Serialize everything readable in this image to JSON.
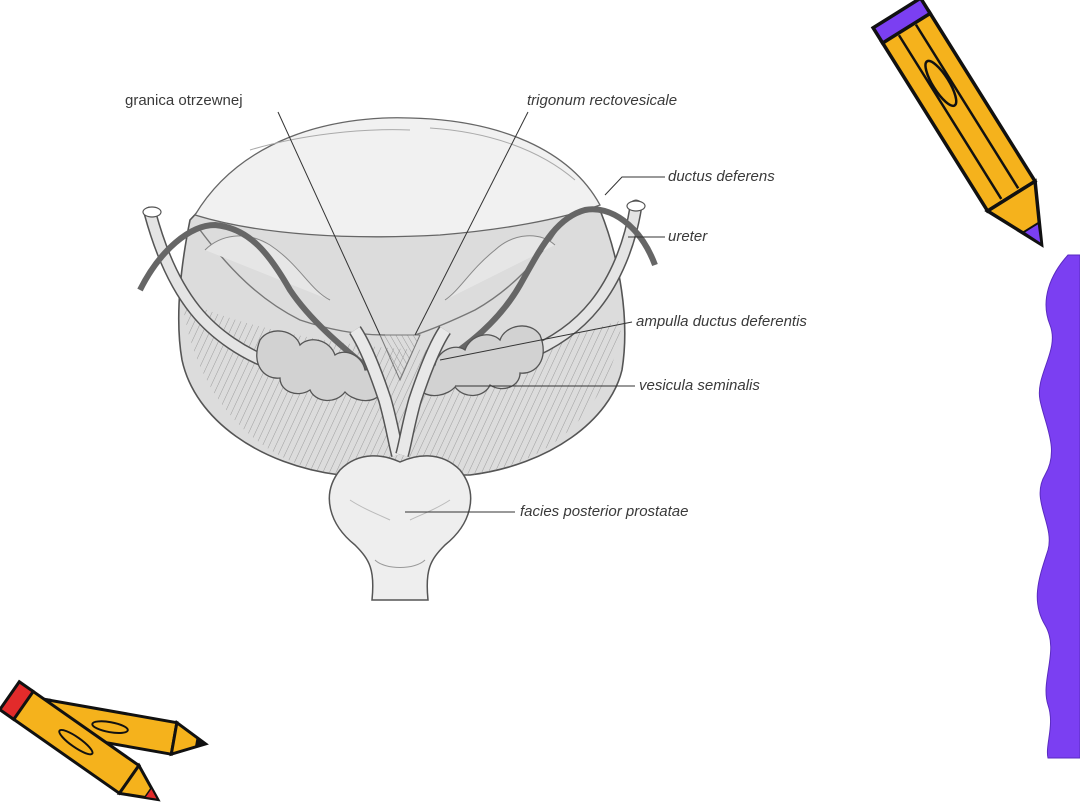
{
  "diagram": {
    "labels": {
      "granica_otrzewnej": "granica otrzewnej",
      "trigonum_rectovesicale": "trigonum rectovesicale",
      "ductus_deferens": "ductus deferens",
      "ureter": "ureter",
      "ampulla_ductus_deferentis": "ampulla ductus deferentis",
      "vesicula_seminalis": "vesicula seminalis",
      "facies_posterior_prostatae": "facies posterior prostatae"
    }
  },
  "decorations": {
    "pencil_color": "#f5b21c",
    "border_color": "#7b3ff2",
    "clipart": [
      "pencil-top-right-icon",
      "crossed-pencils-bottom-left-icon",
      "wavy-border"
    ]
  }
}
